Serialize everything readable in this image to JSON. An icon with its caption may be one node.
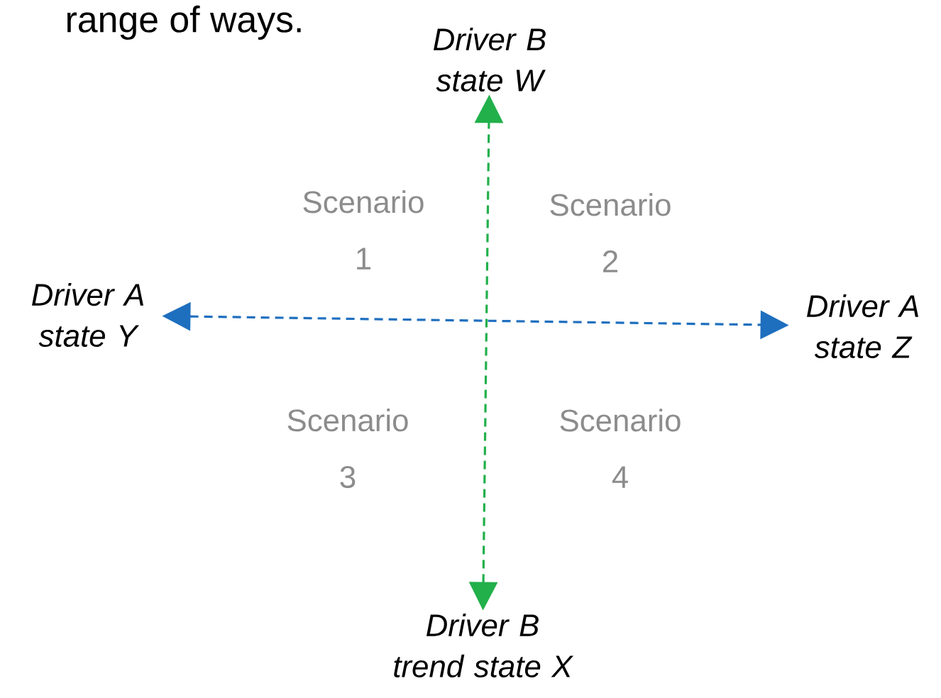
{
  "diagram": {
    "nodes": [
      {
        "text": [
          "Driver A state Y"
        ]
      },
      {
        "text": [
          "Driver A state Z"
        ]
      },
      {
        "text": [
          "Driver B state W"
        ]
      },
      {
        "text": [
          "Driver B trend state X"
        ]
      }
    ],
    "edges": [
      {
        "from": 0,
        "to": 1,
        "arrow": "both",
        "style": "dashed",
        "color": "#1f6fbf"
      },
      {
        "from": 3,
        "to": 2,
        "arrow": "both",
        "style": "dashed",
        "color": "#22b04b"
      }
    ],
    "labels": [
      "range of ways.",
      "Scenario 1",
      "Scenario 2",
      "Scenario 3",
      "Scenario 4"
    ]
  }
}
